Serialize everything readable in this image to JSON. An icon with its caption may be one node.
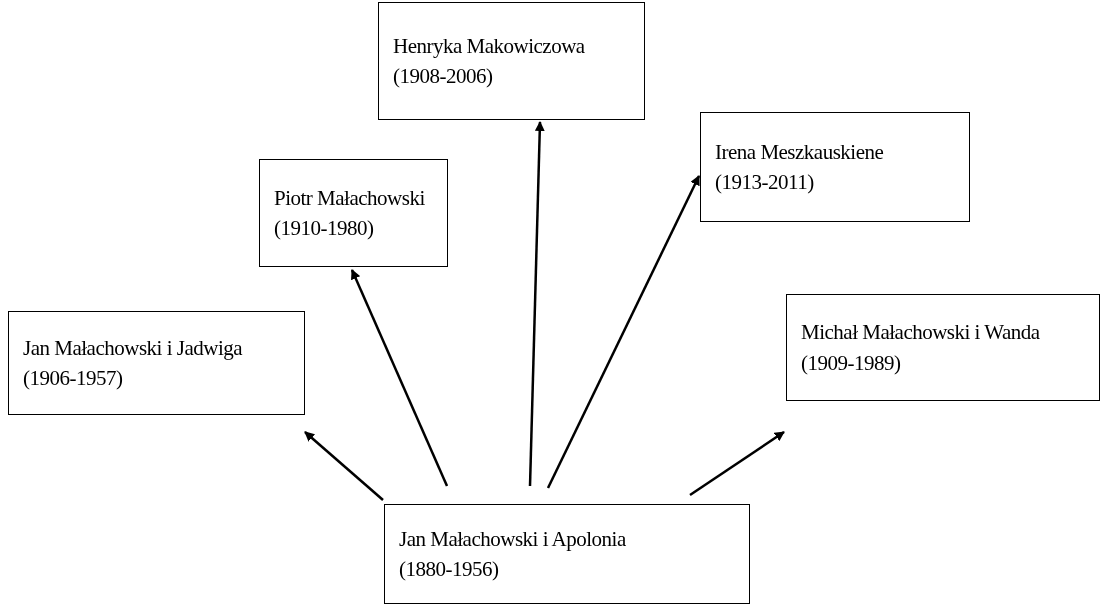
{
  "diagram": {
    "nodes": [
      {
        "text": [
          "Jan Małachowski i Apolonia",
          "(1880-1956)"
        ]
      },
      {
        "text": [
          "Jan Małachowski i Jadwiga",
          "(1906-1957)"
        ]
      },
      {
        "text": [
          "Piotr Małachowski",
          "(1910-1980)"
        ]
      },
      {
        "text": [
          "Henryka Makowiczowa",
          "(1908-2006)"
        ]
      },
      {
        "text": [
          "Irena Meszkauskiene",
          "(1913-2011)"
        ]
      },
      {
        "text": [
          "Michał Małachowski i Wanda",
          "(1909-1989)"
        ]
      }
    ],
    "edges": [
      {
        "from": 0,
        "to": 1,
        "arrow": "to"
      },
      {
        "from": 0,
        "to": 2,
        "arrow": "to"
      },
      {
        "from": 0,
        "to": 3,
        "arrow": "to"
      },
      {
        "from": 0,
        "to": 4,
        "arrow": "to"
      },
      {
        "from": 0,
        "to": 5,
        "arrow": "to"
      }
    ]
  }
}
